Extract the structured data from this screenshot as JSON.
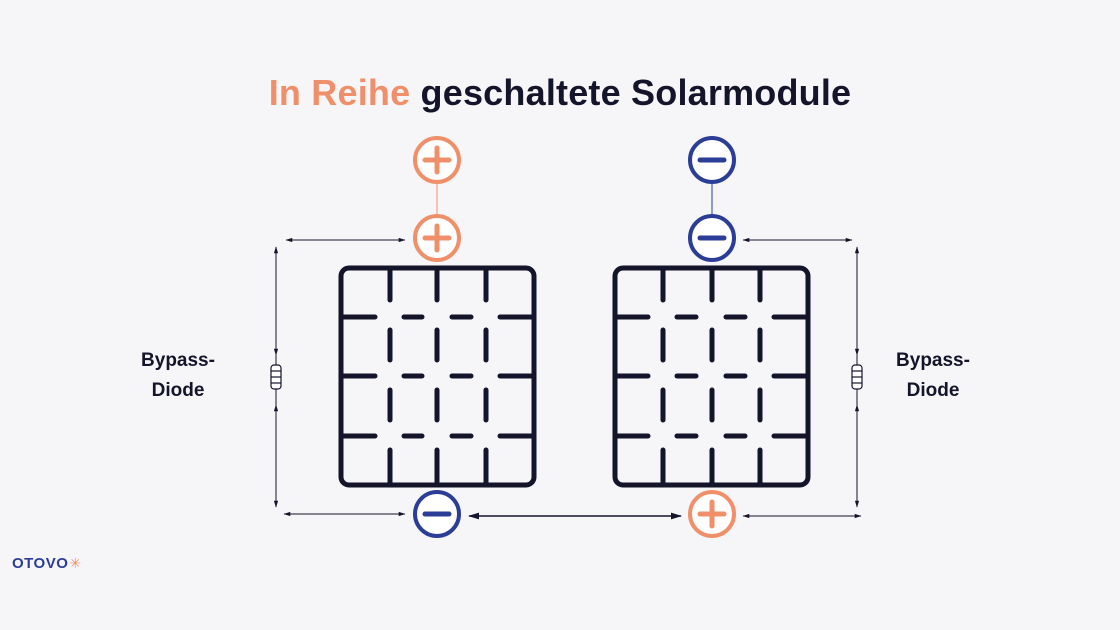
{
  "title": {
    "accent": "In Reihe",
    "rest": "geschaltete Solarmodule"
  },
  "labels": {
    "left_diode_line1": "Bypass-",
    "left_diode_line2": "Diode",
    "right_diode_line1": "Bypass-",
    "right_diode_line2": "Diode"
  },
  "logo": {
    "text": "OTOVO",
    "icon": "sunburst-icon"
  },
  "terminals": {
    "plus_symbol": "+",
    "minus_symbol": "−"
  },
  "colors": {
    "positive": "#f0906a",
    "negative": "#2b3d96",
    "panel": "#14142b",
    "text": "#14142b",
    "background": "#f6f6f8"
  }
}
